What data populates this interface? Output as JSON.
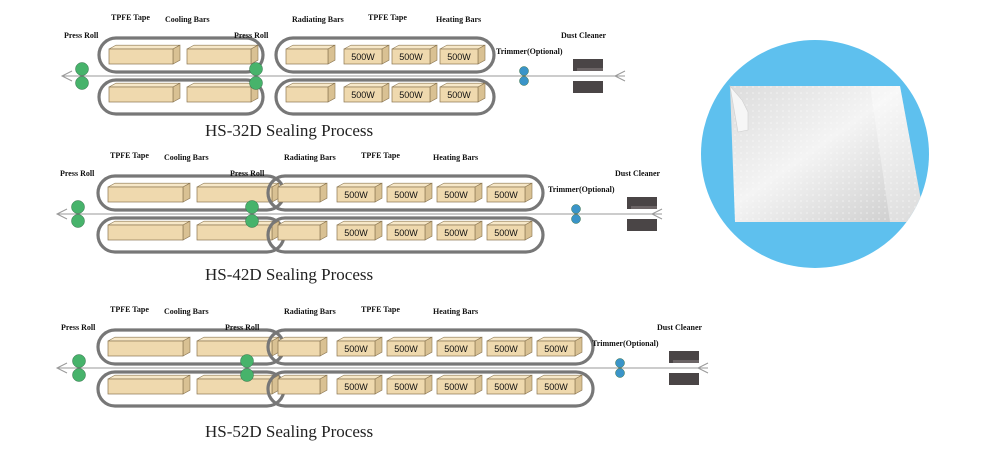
{
  "processes": [
    {
      "title": "HS-32D Sealing Process",
      "labels": {
        "press_roll_left": "Press Roll",
        "tpfe_tape_left": "TPFE Tape",
        "cooling_bars": "Cooling Bars",
        "press_roll_mid": "Press Roll",
        "radiating_bars": "Radiating Bars",
        "tpfe_tape_right": "TPFE Tape",
        "heating_bars": "Heating Bars",
        "trimmer": "Trimmer(Optional)",
        "dust_cleaner": "Dust Cleaner"
      },
      "heater_label": "500W",
      "heater_count": 3
    },
    {
      "title": "HS-42D Sealing Process",
      "labels": {
        "press_roll_left": "Press Roll",
        "tpfe_tape_left": "TPFE Tape",
        "cooling_bars": "Cooling Bars",
        "press_roll_mid": "Press Roll",
        "radiating_bars": "Radiating Bars",
        "tpfe_tape_right": "TPFE Tape",
        "heating_bars": "Heating Bars",
        "trimmer": "Trimmer(Optional)",
        "dust_cleaner": "Dust Cleaner"
      },
      "heater_label": "500W",
      "heater_count": 4
    },
    {
      "title": "HS-52D Sealing Process",
      "labels": {
        "press_roll_left": "Press Roll",
        "tpfe_tape_left": "TPFE Tape",
        "cooling_bars": "Cooling Bars",
        "press_roll_mid": "Press Roll",
        "radiating_bars": "Radiating Bars",
        "tpfe_tape_right": "TPFE Tape",
        "heating_bars": "Heating Bars",
        "trimmer": "Trimmer(Optional)",
        "dust_cleaner": "Dust Cleaner"
      },
      "heater_label": "500W",
      "heater_count": 5
    }
  ],
  "colors": {
    "bar_fill": "#efd9ae",
    "bar_stroke": "#8a7550",
    "roll": "#47b36b",
    "trimmer": "#3a94c8",
    "dust_cleaner": "#4a4546",
    "belt": "#777777",
    "film_line": "#999999",
    "photo_circle": "#5ec0ee"
  }
}
